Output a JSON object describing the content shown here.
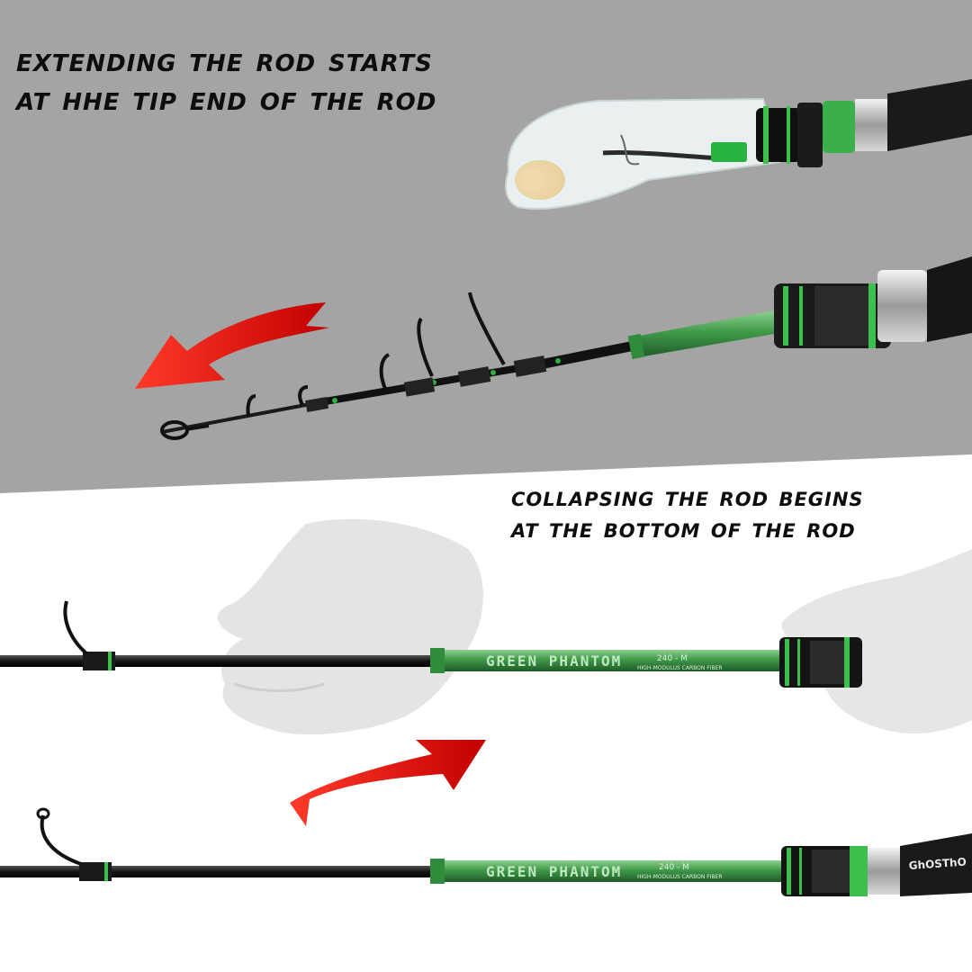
{
  "captions": {
    "extend": {
      "line1": "Extending the rod starts",
      "line2": "at hhe tip end of the rod"
    },
    "collapse": {
      "line1": "Collapsing the rod begins",
      "line2": "at the bottom of the rod"
    }
  },
  "rod_branding": {
    "name": "GREEN PHANTOM",
    "spec": "240 - M",
    "material": "HIGH-MODULUS CARBON FIBER",
    "brand": "GhOSThO"
  },
  "colors": {
    "top_background": "#a4a4a4",
    "bottom_background": "#ffffff",
    "rod_green": "#3f9a4a",
    "arrow_red": "#e8160f",
    "text": "#0d0d0d"
  }
}
